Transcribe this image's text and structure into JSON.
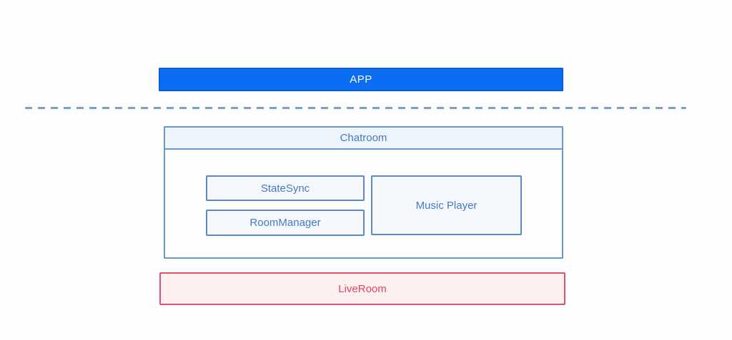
{
  "diagram": {
    "app_label": "APP",
    "chatroom_label": "Chatroom",
    "statesync_label": "StateSync",
    "roommanager_label": "RoomManager",
    "music_player_label": "Music Player",
    "liveroom_label": "LiveRoom"
  },
  "colors": {
    "app_fill": "#0b6ef2",
    "app_border": "#0a5ed6",
    "app_text": "#ffffff",
    "divider_dash": "#7d9fc7",
    "chatroom_border": "#6b97cf",
    "chatroom_header_fill": "#edf4fb",
    "chatroom_body_fill": "#fbfdff",
    "inner_box_border": "#5d88c9",
    "inner_box_fill": "#f5f9fd",
    "blue_label_text": "#4679c5",
    "liveroom_border": "#d9566a",
    "liveroom_fill": "#fdf0f1",
    "liveroom_text": "#e0485e"
  }
}
